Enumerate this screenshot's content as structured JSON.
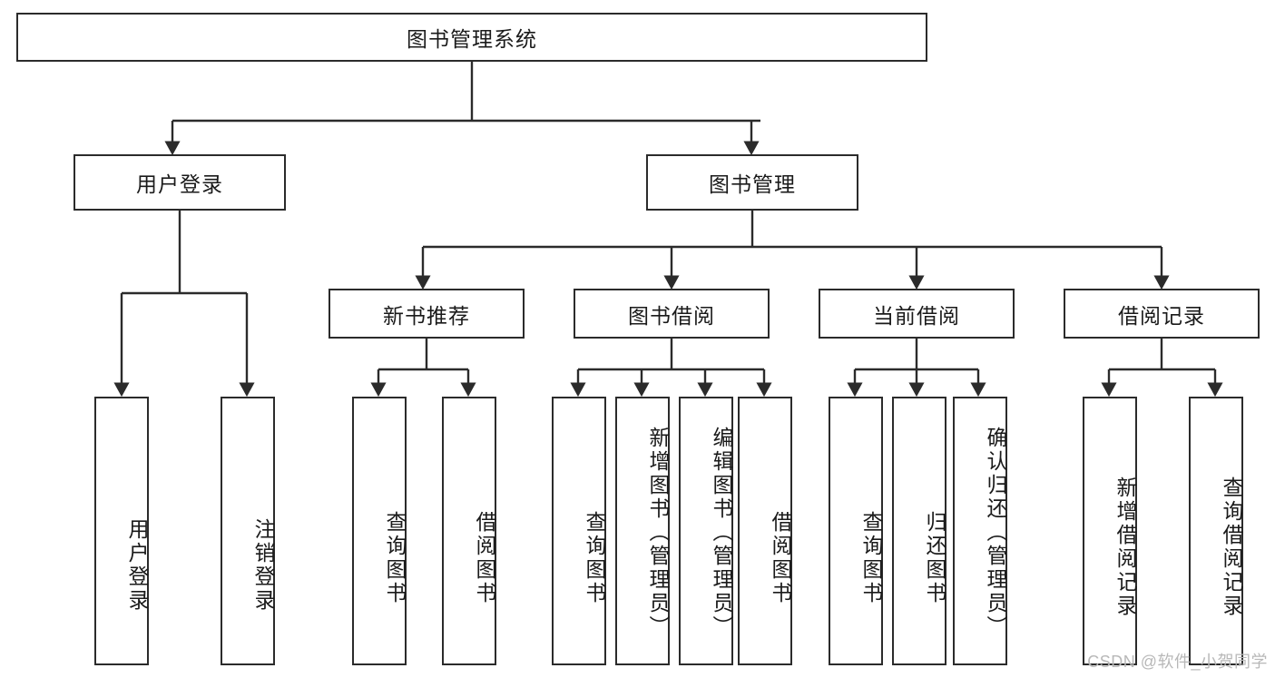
{
  "diagram": {
    "title": "图书管理系统",
    "type": "tree-hierarchy",
    "root": {
      "label": "图书管理系统"
    },
    "level2": [
      {
        "label": "用户登录"
      },
      {
        "label": "图书管理"
      }
    ],
    "level3": [
      {
        "label": "新书推荐"
      },
      {
        "label": "图书借阅"
      },
      {
        "label": "当前借阅"
      },
      {
        "label": "借阅记录"
      }
    ],
    "leaves": {
      "user_login": [
        {
          "label": "用户登录"
        },
        {
          "label": "注销登录"
        }
      ],
      "new_book_recommend": [
        {
          "label": "查询图书"
        },
        {
          "label": "借阅图书"
        }
      ],
      "book_borrow": [
        {
          "label": "查询图书"
        },
        {
          "label": "新增图书（管理员）"
        },
        {
          "label": "编辑图书（管理员）"
        },
        {
          "label": "借阅图书"
        }
      ],
      "current_borrow": [
        {
          "label": "查询图书"
        },
        {
          "label": "归还图书"
        },
        {
          "label": "确认归还（管理员）"
        }
      ],
      "borrow_record": [
        {
          "label": "新增借阅记录"
        },
        {
          "label": "查询借阅记录"
        }
      ]
    }
  },
  "watermark": {
    "text": "CSDN @软件_小贺同学"
  },
  "colors": {
    "stroke": "#2b2b2b",
    "fill": "#ffffff",
    "text": "#1a1a1a",
    "watermark": "#b8b8b8"
  }
}
